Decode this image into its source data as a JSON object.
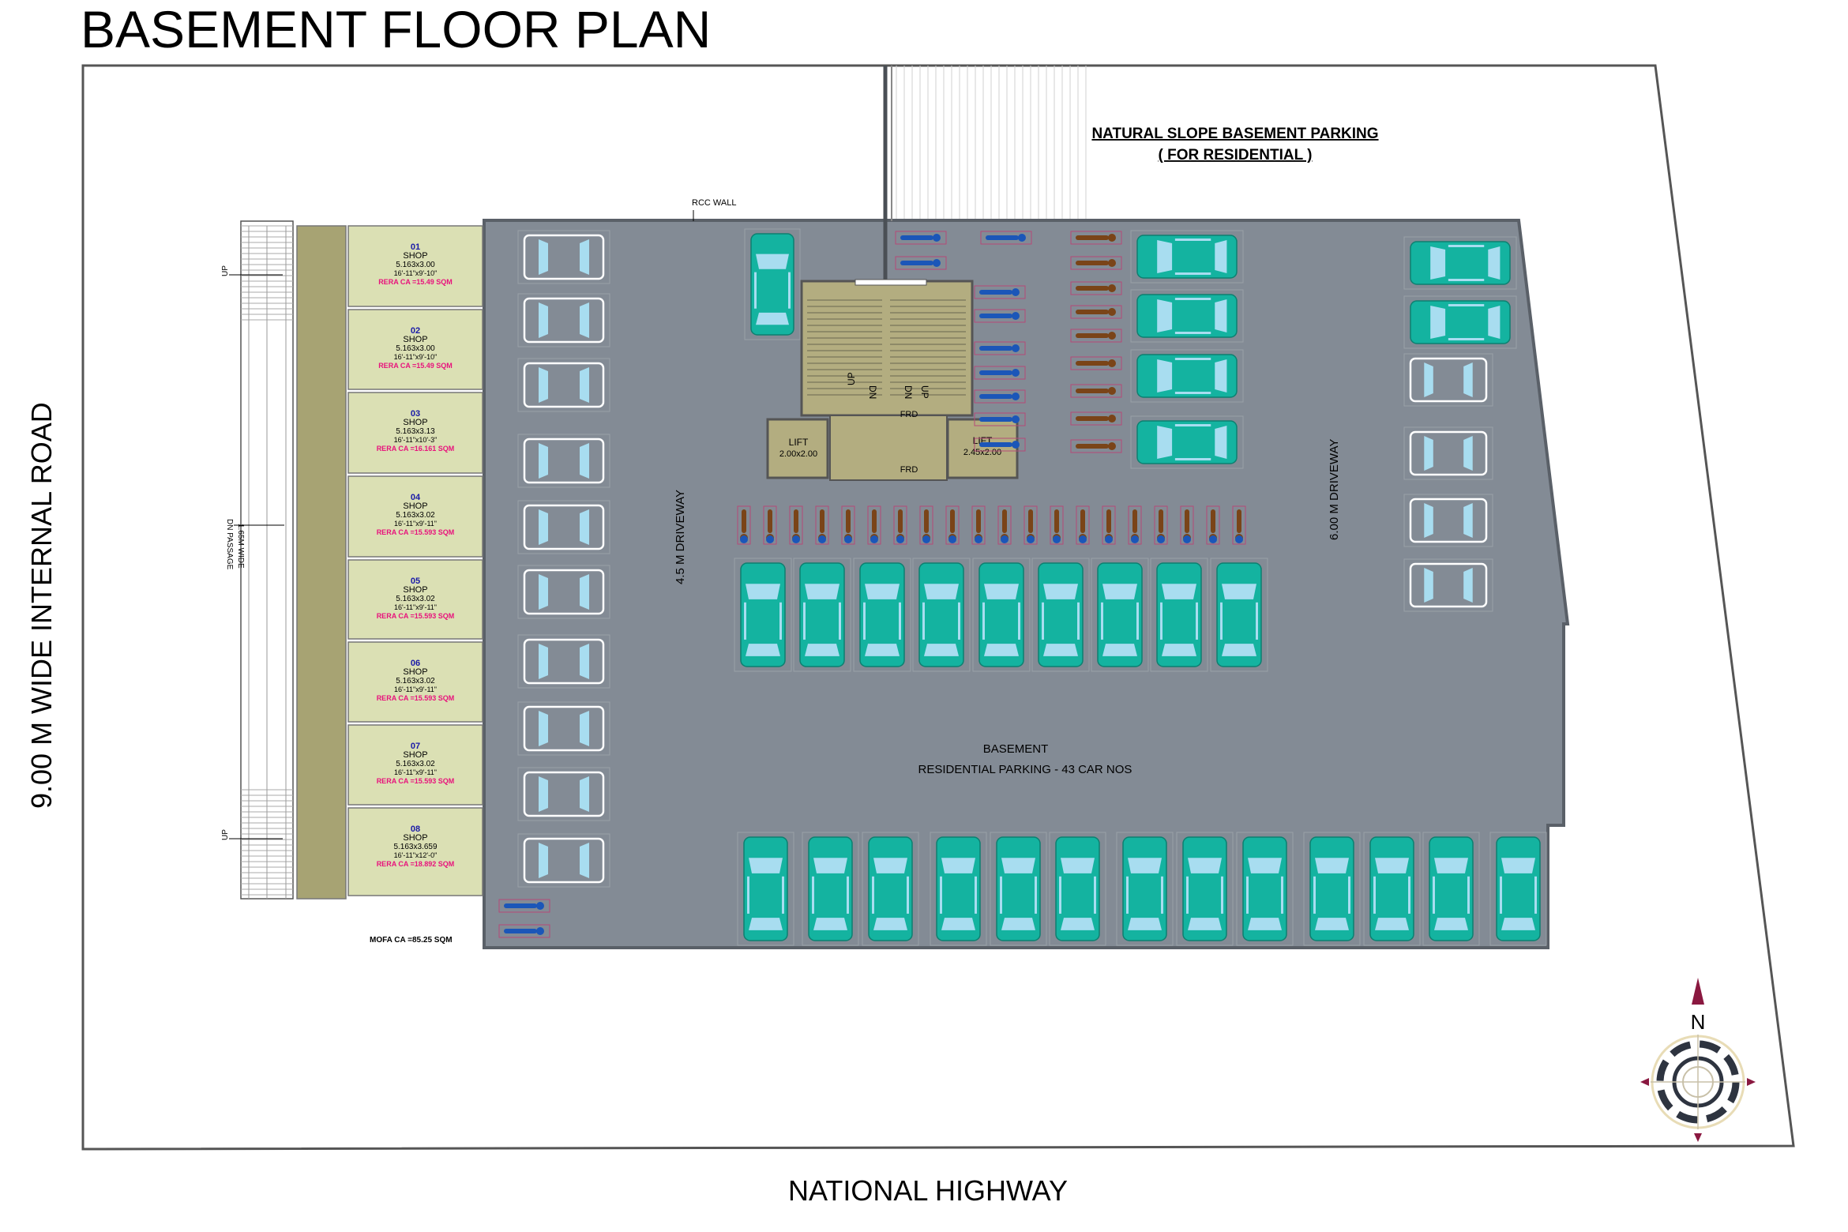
{
  "title": "BASEMENT FLOOR PLAN",
  "roads": {
    "left": "9.00 M WIDE INTERNAL ROAD",
    "bottom": "NATIONAL HIGHWAY"
  },
  "labels": {
    "rcc_wall": "RCC WALL",
    "slope_line1": "NATURAL SLOPE BASEMENT PARKING",
    "slope_line2": "( FOR RESIDENTIAL )",
    "driveway_left": "4.5 M DRIVEWAY",
    "driveway_right": "6.00 M DRIVEWAY",
    "basement_line1": "BASEMENT",
    "basement_line2": "RESIDENTIAL PARKING - 43 CAR NOS",
    "passage_line1": "1.65M WIDE",
    "passage_line2": "DN PASSAGE",
    "up_top": "UP",
    "up_bottom": "UP",
    "mofa": "MOFA CA =85.25 SQM",
    "lift1_name": "LIFT",
    "lift1_size": "2.00x2.00",
    "lift2_name": "LIFT",
    "lift2_size": "2.45x2.00",
    "frd_top": "FRD",
    "frd_bottom": "FRD",
    "stair_up1": "UP",
    "stair_dn1": "DN",
    "stair_dn2": "DN",
    "stair_up2": "UP",
    "compass_n": "N"
  },
  "shops": [
    {
      "no": "01",
      "name": "SHOP",
      "size": "5.163x3.00",
      "imperial": "16'-11\"x9'-10\"",
      "rera": "RERA CA =15.49 SQM"
    },
    {
      "no": "02",
      "name": "SHOP",
      "size": "5.163x3.00",
      "imperial": "16'-11\"x9'-10\"",
      "rera": "RERA CA =15.49 SQM"
    },
    {
      "no": "03",
      "name": "SHOP",
      "size": "5.163x3.13",
      "imperial": "16'-11\"x10'-3\"",
      "rera": "RERA CA =16.161 SQM"
    },
    {
      "no": "04",
      "name": "SHOP",
      "size": "5.163x3.02",
      "imperial": "16'-11\"x9'-11\"",
      "rera": "RERA CA =15.593 SQM"
    },
    {
      "no": "05",
      "name": "SHOP",
      "size": "5.163x3.02",
      "imperial": "16'-11\"x9'-11\"",
      "rera": "RERA CA =15.593 SQM"
    },
    {
      "no": "06",
      "name": "SHOP",
      "size": "5.163x3.02",
      "imperial": "16'-11\"x9'-11\"",
      "rera": "RERA CA =15.593 SQM"
    },
    {
      "no": "07",
      "name": "SHOP",
      "size": "5.163x3.02",
      "imperial": "16'-11\"x9'-11\"",
      "rera": "RERA CA =15.593 SQM"
    },
    {
      "no": "08",
      "name": "SHOP",
      "size": "5.163x3.659",
      "imperial": "16'-11\"x12'-0\"",
      "rera": "RERA CA =18.892 SQM"
    }
  ],
  "colors": {
    "basement_floor": "#838b95",
    "shop_fill": "#dbe0b4",
    "passage_fill": "#a7a373",
    "stair_fill": "#b3ad80",
    "car_teal": "#14b3a0",
    "car_window": "#a8ddf0",
    "bike_blue": "#1b56b8",
    "bike_brown": "#7a4418",
    "rera_pink": "#e8127c",
    "shop_no_blue": "#1a1aa8",
    "compass_red": "#8a1840"
  }
}
